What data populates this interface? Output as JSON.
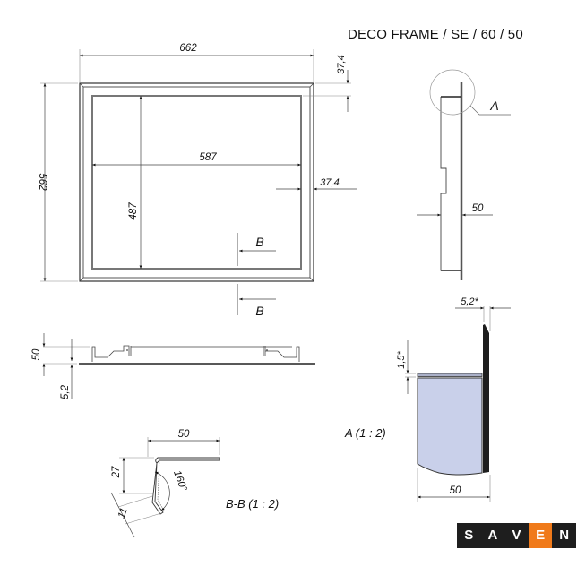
{
  "title": "DECO FRAME / SE / 60 / 50",
  "brand": {
    "letters": [
      "S",
      "A",
      "V",
      "E",
      "N"
    ],
    "accent_index": 3,
    "colors": {
      "background": "#1e1e1e",
      "accent": "#f07a1a",
      "text": "#ffffff"
    }
  },
  "front_view": {
    "outer_width": "662",
    "outer_height": "562",
    "inner_width": "587",
    "inner_height": "487",
    "frame_width_top": "37,4",
    "frame_width_right": "37,4",
    "section_marker_top": "B",
    "section_marker_bottom": "B"
  },
  "side_view": {
    "depth": "50",
    "detail_marker": "A"
  },
  "bottom_view": {
    "height": "50",
    "thickness": "5,2"
  },
  "detail_a": {
    "label": "A (1 : 2)",
    "top_dim": "5,2*",
    "side_dim": "1,5*",
    "bottom_dim": "50",
    "fill_color": "#c9d0ea"
  },
  "section_bb": {
    "label": "B-B (1 : 2)",
    "top_dim": "50",
    "vertical_dim": "27",
    "angle": "160°",
    "lip_dim": "11"
  }
}
